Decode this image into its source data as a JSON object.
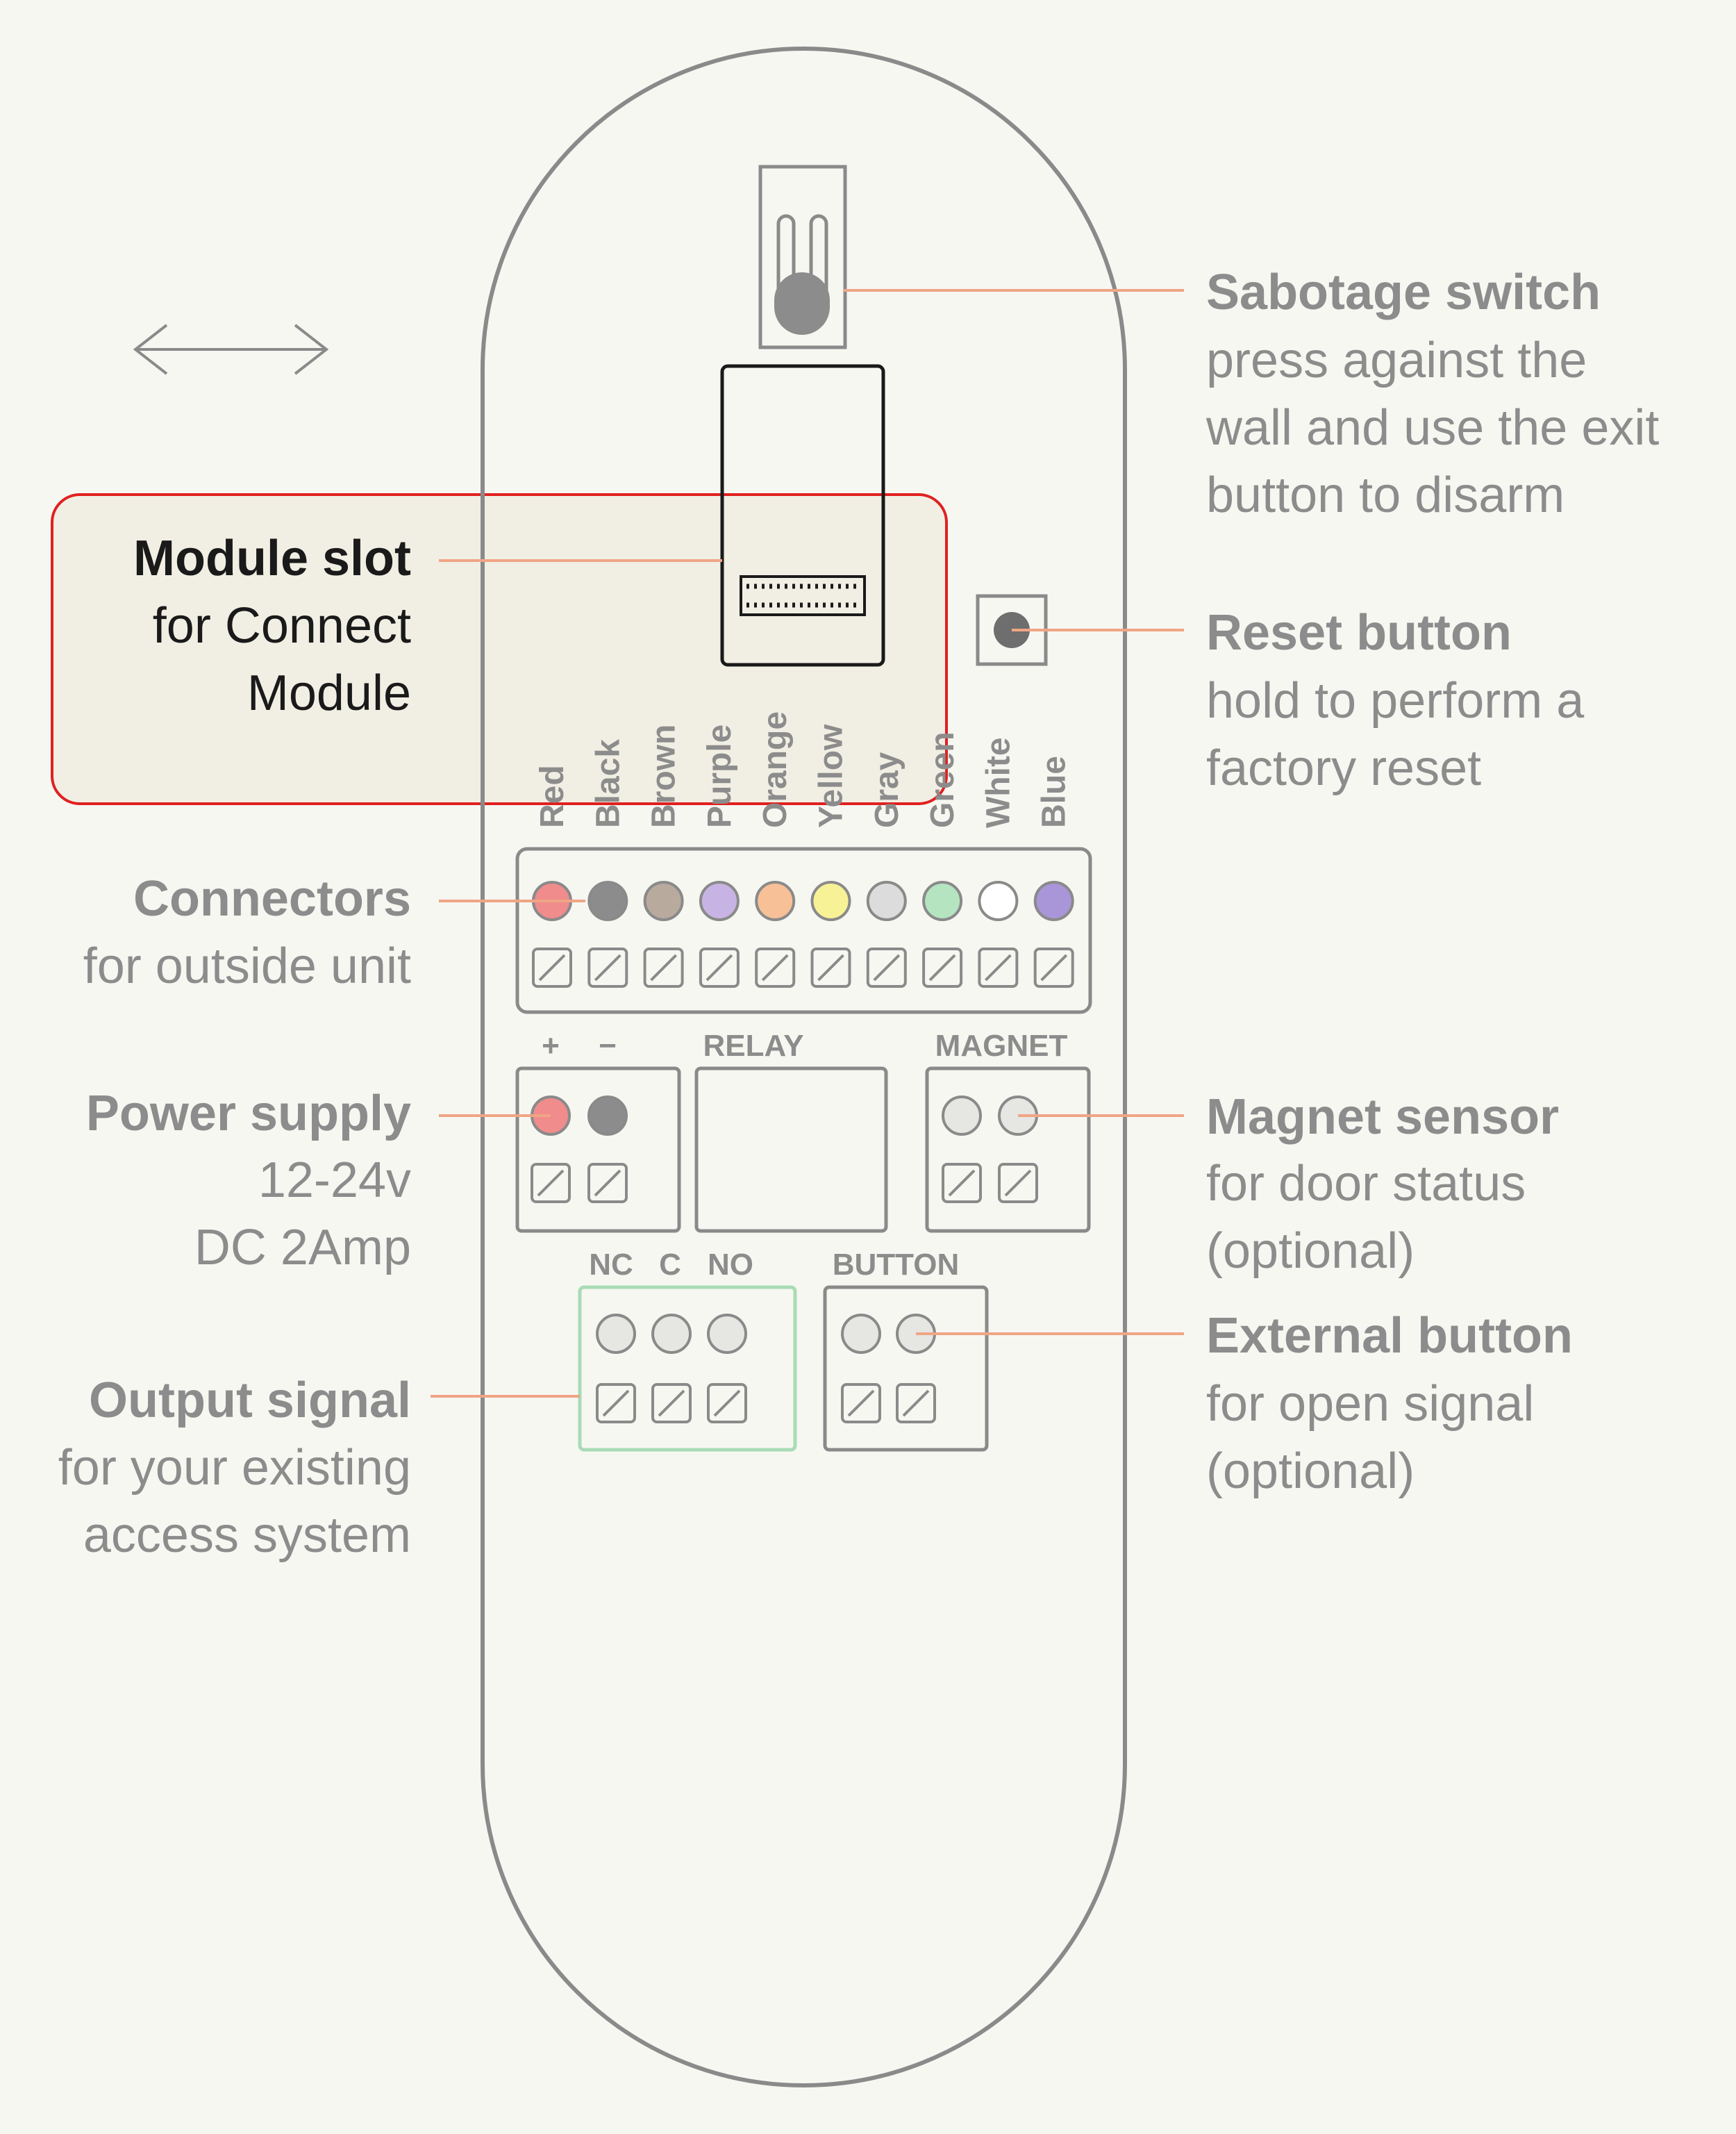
{
  "colors": {
    "background": "#f7f7f2",
    "outline": "#8a8a8a",
    "leader": "#f0a585",
    "text_gray": "#8c8c8c",
    "text_dark": "#1a1a1a",
    "highlight_border": "#e02020",
    "highlight_fill": "#f1efe4",
    "output_border": "#a8dcb6"
  },
  "direction_icon": "double-arrow-horizontal-icon",
  "callouts": {
    "sabotage": {
      "title": "Sabotage switch",
      "lines": [
        "press against the",
        "wall and use the exit",
        "button to disarm"
      ]
    },
    "reset": {
      "title": "Reset button",
      "lines": [
        "hold to perform a",
        "factory reset"
      ]
    },
    "module": {
      "title": "Module slot",
      "lines": [
        "for Connect",
        "Module"
      ]
    },
    "connectors": {
      "title": "Connectors",
      "lines": [
        "for outside unit"
      ]
    },
    "power": {
      "title": "Power supply",
      "lines": [
        "12-24v",
        "DC 2Amp"
      ]
    },
    "magnet": {
      "title": "Magnet sensor",
      "lines": [
        "for door status",
        "(optional)"
      ]
    },
    "output": {
      "title": "Output signal",
      "lines": [
        "for your existing",
        "access system"
      ]
    },
    "external": {
      "title": "External button",
      "lines": [
        "for open signal",
        "(optional)"
      ]
    }
  },
  "wires": [
    {
      "label": "Red",
      "color": "#f08c8c"
    },
    {
      "label": "Black",
      "color": "#8c8c8c"
    },
    {
      "label": "Brown",
      "color": "#b8aa9d"
    },
    {
      "label": "Purple",
      "color": "#c8b4e4"
    },
    {
      "label": "Orange",
      "color": "#f8c096"
    },
    {
      "label": "Yellow",
      "color": "#f8f296"
    },
    {
      "label": "Gray",
      "color": "#dcdcdc"
    },
    {
      "label": "Green",
      "color": "#b4e4c0"
    },
    {
      "label": "White",
      "color": "#ffffff"
    },
    {
      "label": "Blue",
      "color": "#a896d8"
    }
  ],
  "terminals": {
    "power_plus": "+",
    "power_minus": "−",
    "power_colors": [
      "#f08c8c",
      "#8c8c8c"
    ],
    "relay": "RELAY",
    "magnet": "MAGNET",
    "nc": "NC",
    "c": "C",
    "no": "NO",
    "button": "BUTTON"
  }
}
